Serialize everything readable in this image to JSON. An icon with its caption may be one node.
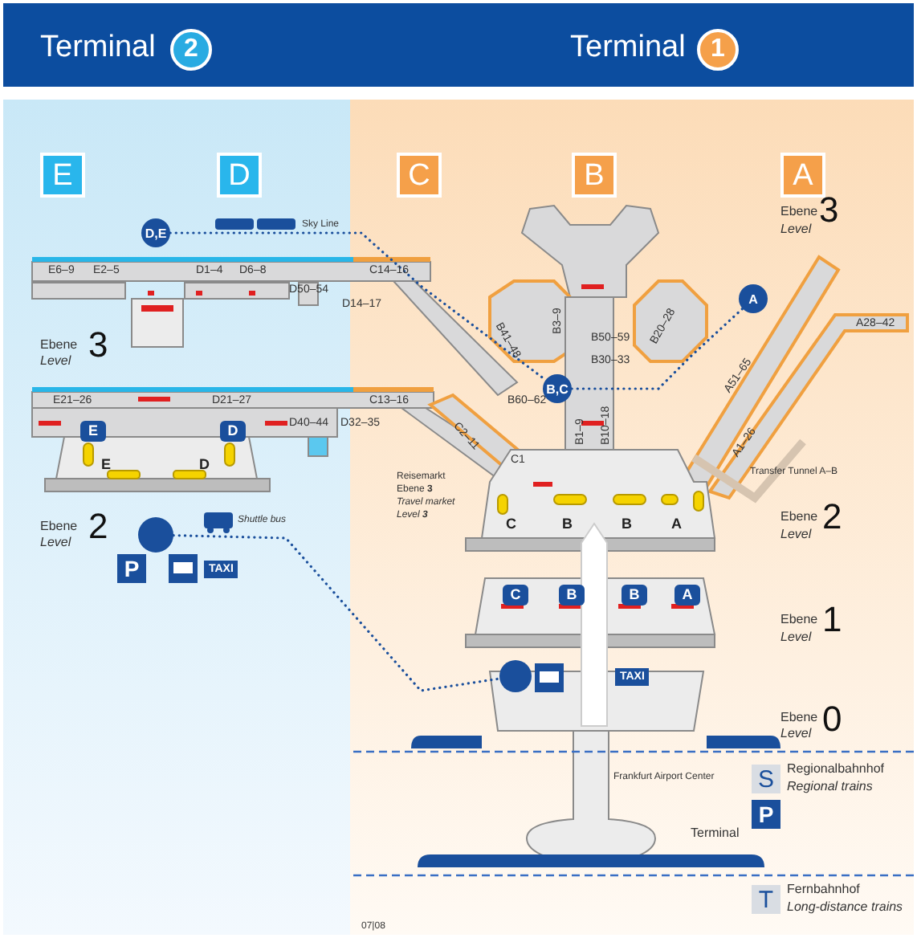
{
  "diagram": {
    "nodes": [
      {
        "text": [
          "D,E"
        ]
      },
      {
        "text": [
          "B,C"
        ]
      },
      {
        "text": [
          "A"
        ]
      },
      {
        "text": [],
        "shape": "circle"
      },
      {
        "text": [],
        "shape": "circle"
      }
    ],
    "edges": [
      {
        "from": 0,
        "to": 1,
        "arrow": "none",
        "style": "dashed"
      },
      {
        "from": 1,
        "to": 2,
        "arrow": "none",
        "style": "dashed"
      },
      {
        "from": 3,
        "to": 4,
        "arrow": "none",
        "style": "dashed"
      }
    ],
    "labels": [
      "Terminal",
      "2",
      "Terminal",
      "1",
      "E",
      "D",
      "C",
      "B",
      "A",
      "Sky Line",
      "E6–9",
      "E2–5",
      "D1–4",
      "D6–8",
      "D50–54",
      "D14–17",
      "C14–16",
      "Ebene",
      "Level",
      "3",
      "E21–26",
      "D21–27",
      "D40–44",
      "D32–35",
      "C13–16",
      "E",
      "D",
      "E",
      "D",
      "Ebene",
      "Level",
      "2",
      "Shuttle bus",
      "P",
      "TAXI",
      "Ebene",
      "Level",
      "3",
      "B41–48",
      "B3–9",
      "B50–59",
      "B30–33",
      "B20–28",
      "B60–62",
      "A28–42",
      "A51–65",
      "C2–11",
      "B1–9",
      "B10–18",
      "C1",
      "A1–26",
      "Transfer Tunnel A–B",
      "Reisemarkt",
      "Ebene **3**",
      "Travel market",
      "Level **3**",
      "C",
      "B",
      "B",
      "A",
      "Ebene",
      "Level",
      "2",
      "C",
      "B",
      "B",
      "A",
      "Ebene",
      "Level",
      "1",
      "TAXI",
      "Ebene",
      "Level",
      "0",
      "S",
      "Regionalbahnhof",
      "Regional trains",
      "P",
      "Frankfurt Airport Center",
      "Terminal",
      "T",
      "Fernbahnhof",
      "Long-distance trains",
      "07|08"
    ]
  }
}
